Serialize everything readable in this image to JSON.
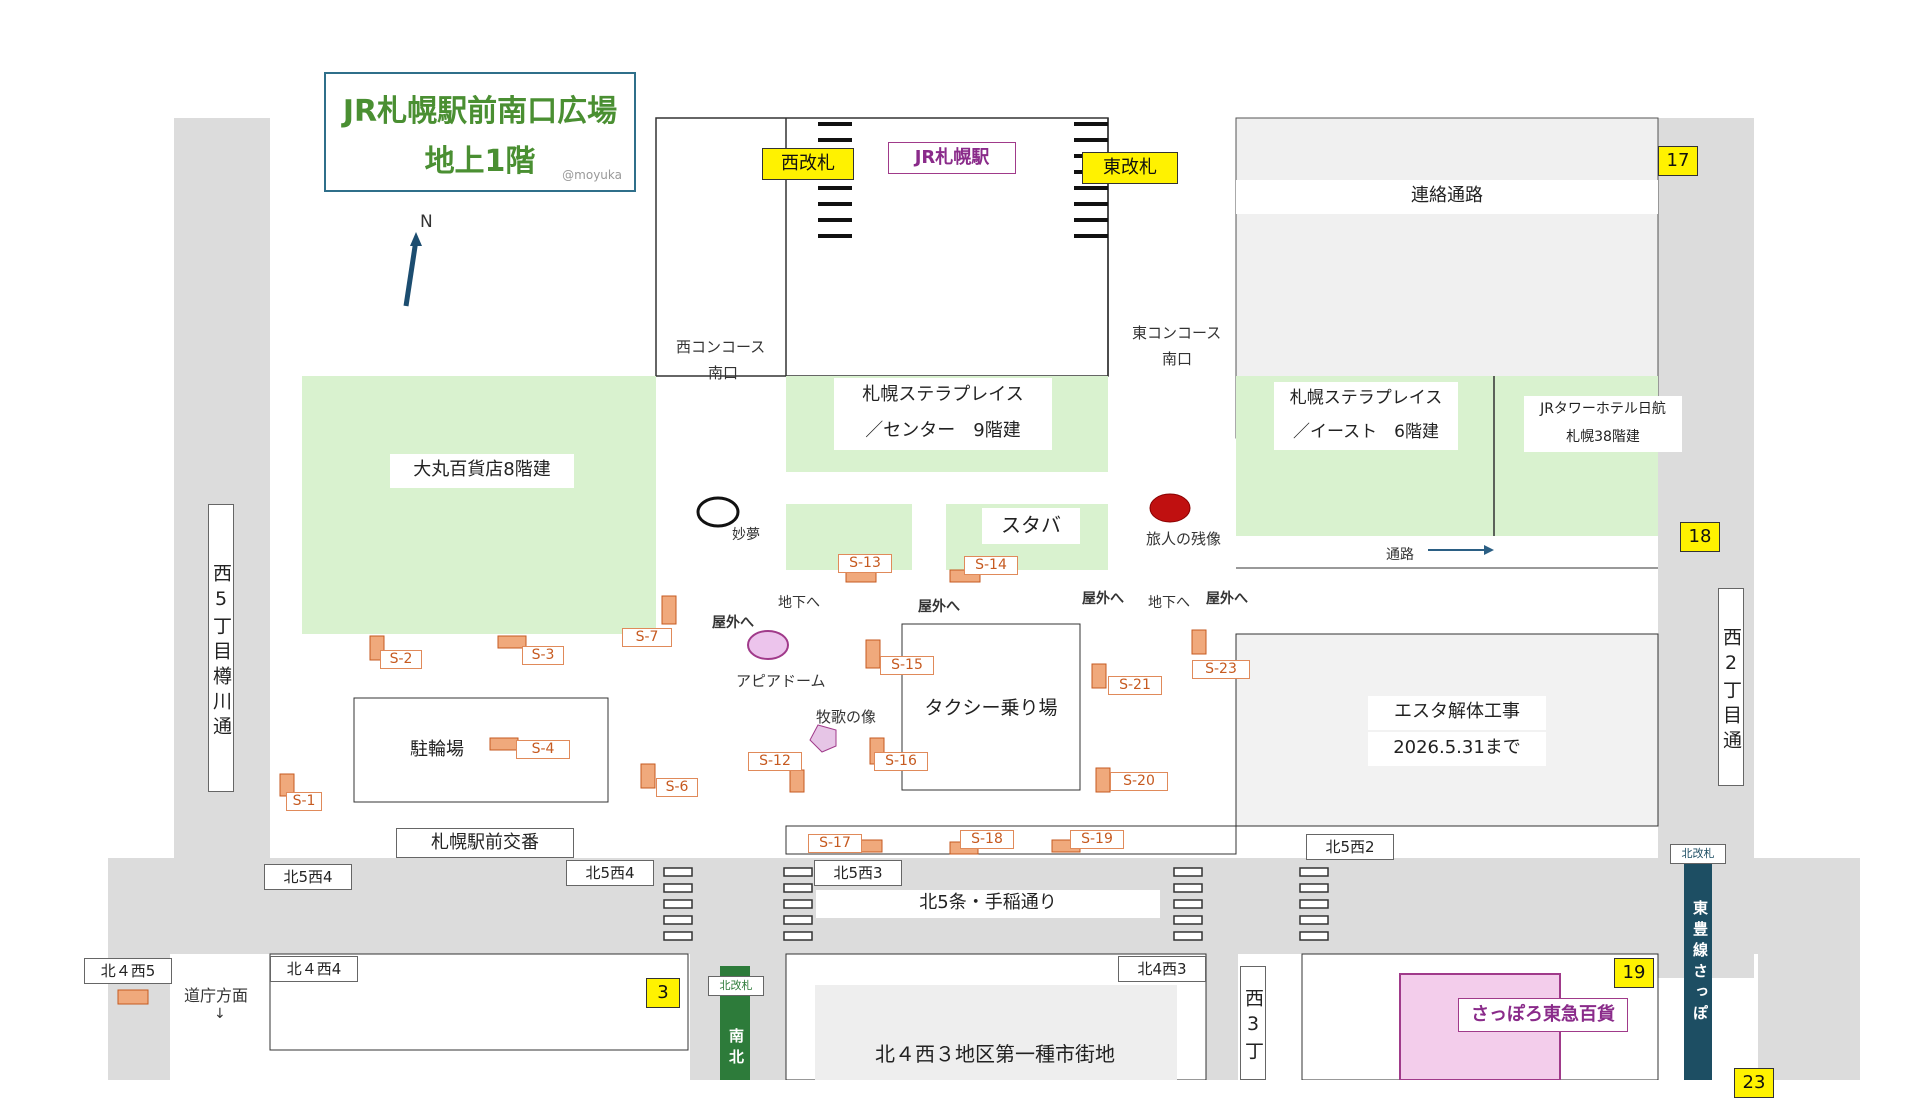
{
  "title": {
    "line1": "JR札幌駅前南口広場",
    "line2": "地上1階",
    "credit": "@moyuka"
  },
  "north": "N",
  "gates": {
    "west": "西改札",
    "station": "JR札幌駅",
    "east": "東改札"
  },
  "concourse": {
    "west_line1": "西コンコース",
    "west_line2": "南口",
    "east_line1": "東コンコース",
    "east_line2": "南口"
  },
  "buildings": {
    "daimaru": "大丸百貨店8階建",
    "stellar_center_1": "札幌ステラプレイス",
    "stellar_center_2": "／センター　9階建",
    "stellar_east_1": "札幌ステラプレイス",
    "stellar_east_2": "／イースト　6階建",
    "jr_tower_1": "JRタワーホテル日航",
    "jr_tower_2": "札幌38階建",
    "starbucks": "スタバ",
    "esta_1": "エスタ解体工事",
    "esta_2": "2026.5.31まで",
    "taxi": "タクシー乗り場",
    "bicycle": "駐輪場",
    "police": "札幌駅前交番",
    "tokyu": "さっぽろ東急百貨",
    "redevelop_1": "北４西３地区第一種市街地",
    "renraku": "連絡通路",
    "tsuro": "通路"
  },
  "landmarks": {
    "myomu": "妙夢",
    "tabibito": "旅人の残像",
    "apia_dome": "アピアドーム",
    "bokka": "牧歌の像",
    "underground": "地下へ",
    "outdoor": "屋外へ"
  },
  "streets": {
    "nishi5": "西5丁目樽川通",
    "nishi2": "西2丁目通",
    "nishi3": "西3丁",
    "kita5_teine": "北5条・手稲通り",
    "docho": "道庁方面",
    "docho_arrow": "↓",
    "nanboku": "南北",
    "toho": "東豊線さっぽ"
  },
  "blocks": {
    "k5n4a": "北5西4",
    "k5n4b": "北5西4",
    "k5n3": "北5西3",
    "k5n2": "北5西2",
    "k4n5": "北４西5",
    "k4n4": "北４西4",
    "k4n3": "北4西3",
    "kita_gate_a": "北改札",
    "kita_gate_b": "北改札"
  },
  "exits": {
    "e3": "3",
    "e17": "17",
    "e18": "18",
    "e19": "19",
    "e23": "23"
  },
  "stops": {
    "s1": "S-1",
    "s2": "S-2",
    "s3": "S-3",
    "s4": "S-4",
    "s7": "S-7",
    "s12": "S-12",
    "s13": "S-13",
    "s14": "S-14",
    "s15": "S-15",
    "s16": "S-16",
    "s17": "S-17",
    "s18": "S-18",
    "s19": "S-19",
    "s20": "S-20",
    "s21": "S-21",
    "s23": "S-23",
    "s6": "S-6"
  },
  "colors": {
    "road": "#dcdcdc",
    "building": "#d9f2cf",
    "title_green": "#4a8f32",
    "stop": "#f0a97c",
    "exit": "#fff200"
  }
}
